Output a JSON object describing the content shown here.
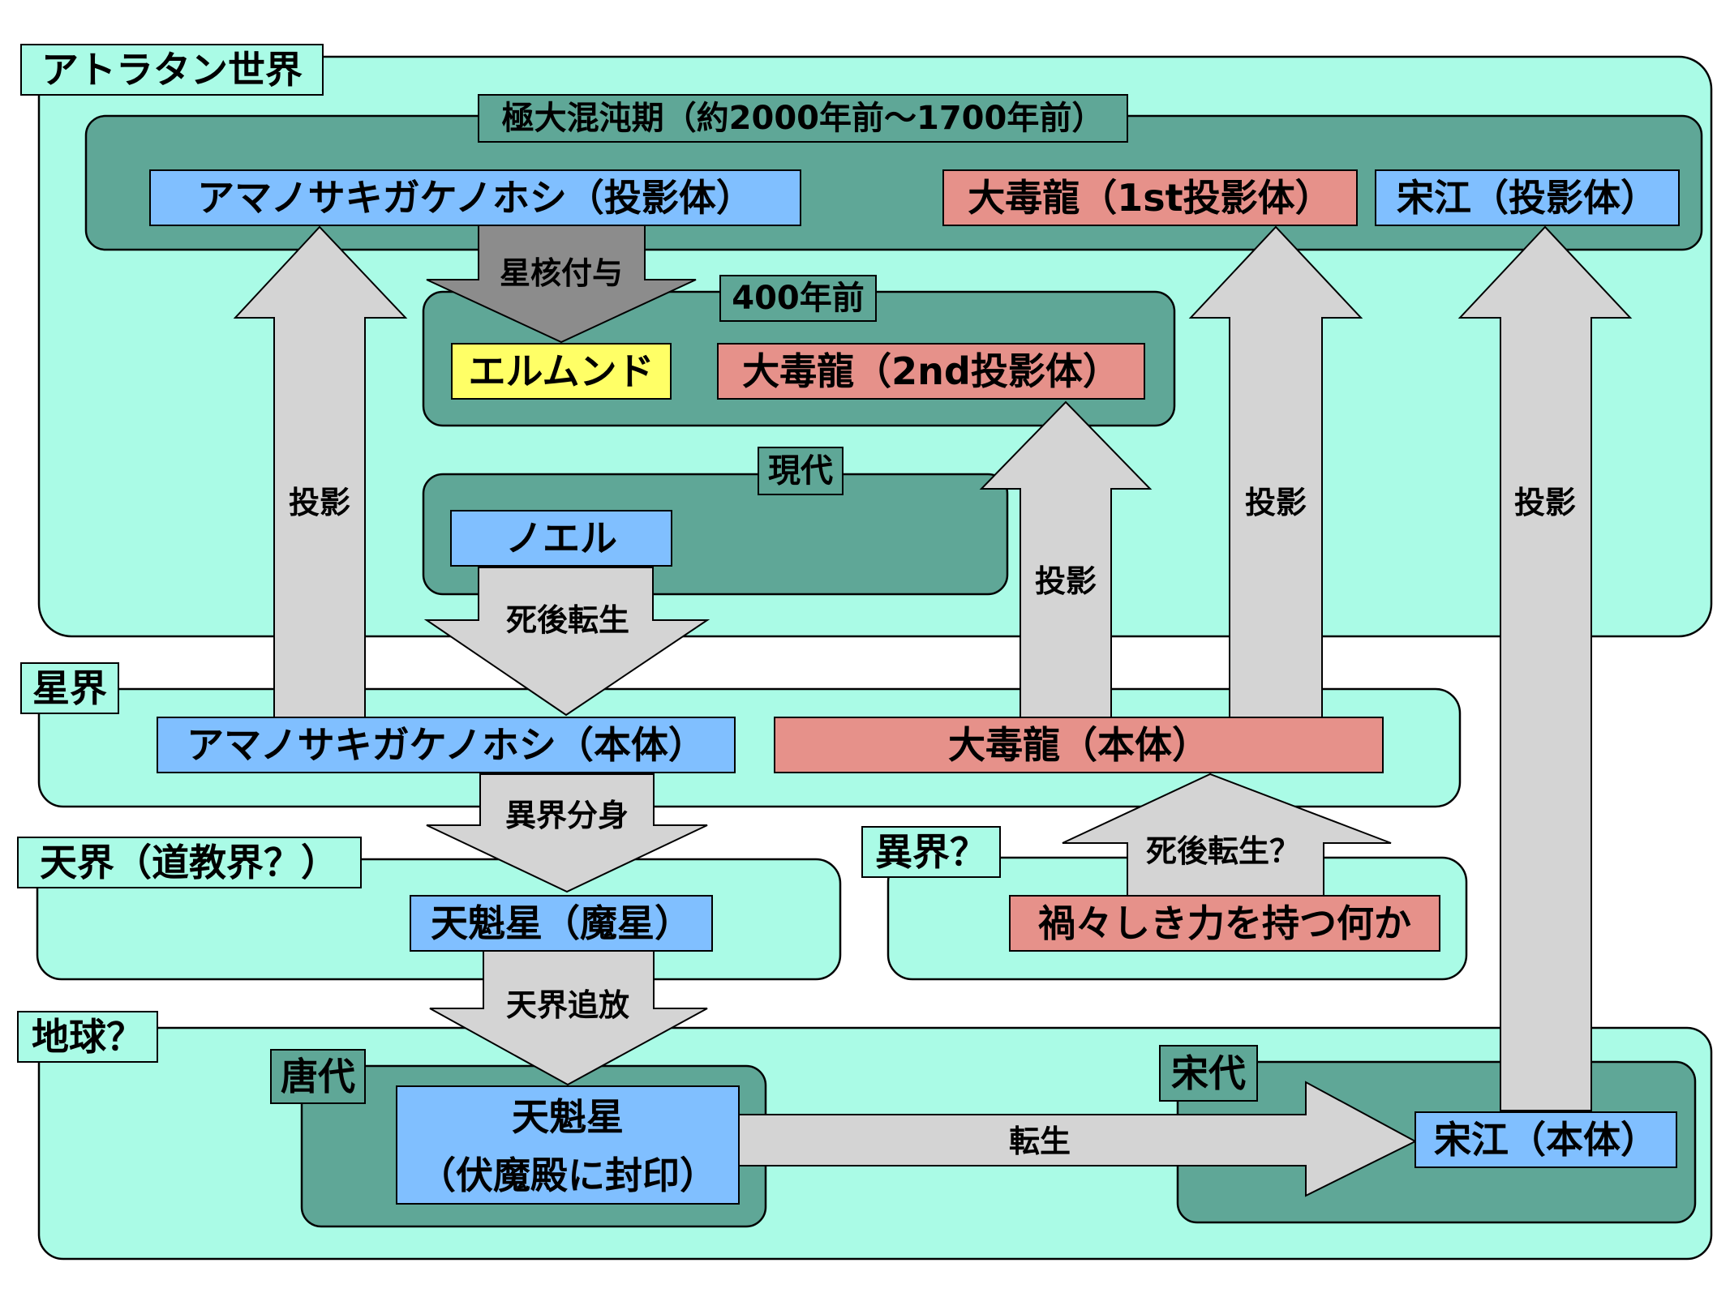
{
  "regions": {
    "atoratan": "アトラタン世界",
    "seikai": "星界",
    "tenkai": "天界（道教界？）",
    "ikai": "異界？",
    "chikyu": "地球？"
  },
  "eras": {
    "kyokudai": "極大混沌期（約2000年前〜1700年前）",
    "y400": "400年前",
    "gendai": "現代",
    "tang": "唐代",
    "song": "宋代"
  },
  "nodes": {
    "amano_projection": "アマノサキガケノホシ（投影体）",
    "dragon_1st": "大毒龍（1st投影体）",
    "songjiang_projection": "宋江（投影体）",
    "erumund": "エルムンド",
    "dragon_2nd": "大毒龍（2nd投影体）",
    "noel": "ノエル",
    "amano_body": "アマノサキガケノホシ（本体）",
    "dragon_body": "大毒龍（本体）",
    "tenkaisei": "天魁星（魔星）",
    "magagamashiki": "禍々しき力を持つ何か",
    "tenkaisei_sealed_1": "天魁星",
    "tenkaisei_sealed_2": "（伏魔殿に封印）",
    "songjiang_body": "宋江（本体）"
  },
  "arrows": {
    "star_core": "星核付与",
    "projection_amano": "投影",
    "projection_dragon_2nd": "投影",
    "projection_dragon_1st": "投影",
    "projection_songjiang": "投影",
    "reincarnation_noel": "死後転生",
    "otherworld_split": "異界分身",
    "reincarnation_q": "死後転生？",
    "heaven_exile": "天界追放",
    "reincarnation": "転生"
  },
  "colors": {
    "region": "#aafbe6",
    "era": "#5fa797",
    "node_blue": "#80bfff",
    "node_red": "#e6918a",
    "node_yellow": "#ffff66",
    "arrow_light": "#d4d4d4",
    "arrow_dark": "#8c8c8c"
  }
}
